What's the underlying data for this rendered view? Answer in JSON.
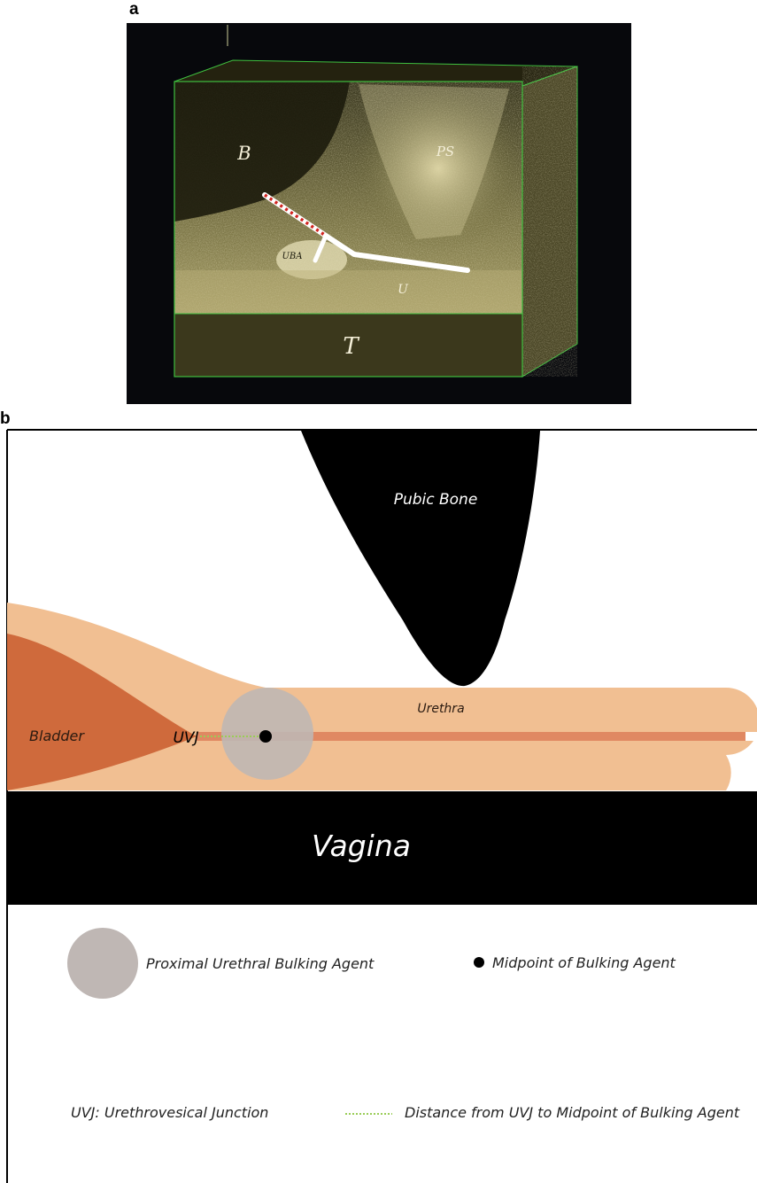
{
  "panel_a": {
    "label": "a",
    "labels": {
      "bladder": "B",
      "pubic_symphysis": "PS",
      "bulking_agent": "UBA",
      "urethra": "U",
      "transducer": "T"
    }
  },
  "panel_b": {
    "label": "b",
    "labels": {
      "pubic_bone": "Pubic Bone",
      "urethra": "Urethra",
      "bladder": "Bladder",
      "uvj": "UVJ",
      "vagina": "Vagina"
    },
    "legend": {
      "bulking_agent": "Proximal Urethral Bulking Agent",
      "midpoint": "Midpoint of Bulking Agent",
      "uvj_def": "UVJ: Urethrovesical Junction",
      "distance": "Distance from UVJ to Midpoint of Bulking Agent"
    },
    "colors": {
      "bladder": "#cf6a3c",
      "urethra": "#f1bf92",
      "lumen": "#e08862",
      "bulking_agent": "#bfb7b4",
      "dark": "#000000",
      "dotted_line": "#9acd57"
    }
  }
}
